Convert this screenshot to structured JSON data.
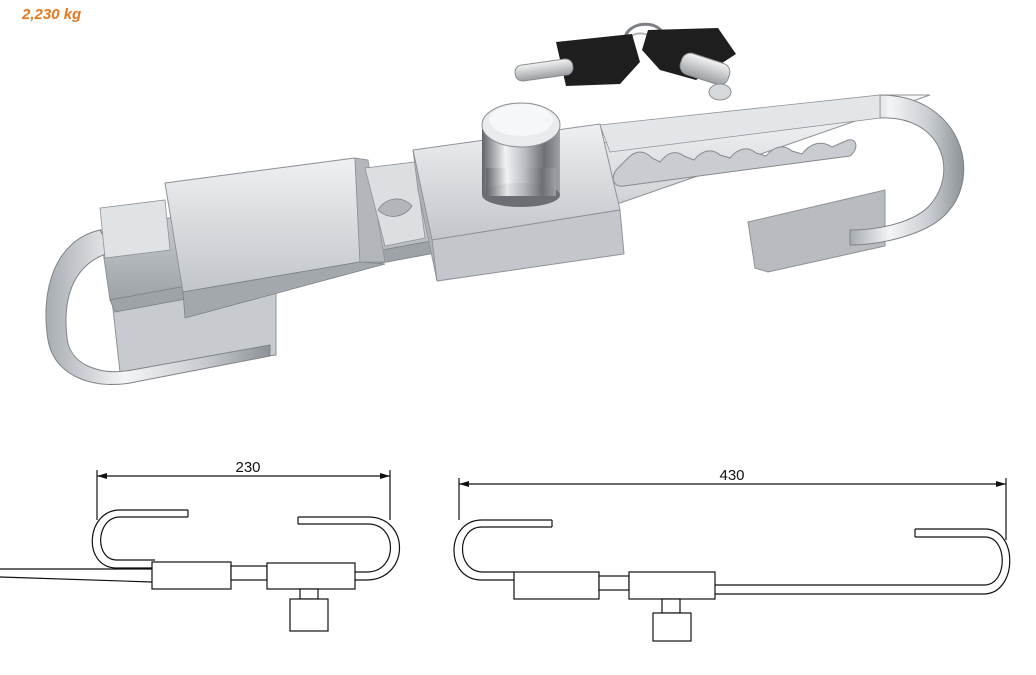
{
  "product": {
    "weight_label": "2,230 kg",
    "weight_color": "#e8761a"
  },
  "drawings": {
    "retracted": {
      "dimension_label": "230"
    },
    "extended": {
      "dimension_label": "430"
    }
  },
  "illustration": {
    "subject": "stainless steel sliding lock with two keys",
    "metal_color": "#d9dcdf",
    "key_head_color": "#1e1e1e"
  }
}
